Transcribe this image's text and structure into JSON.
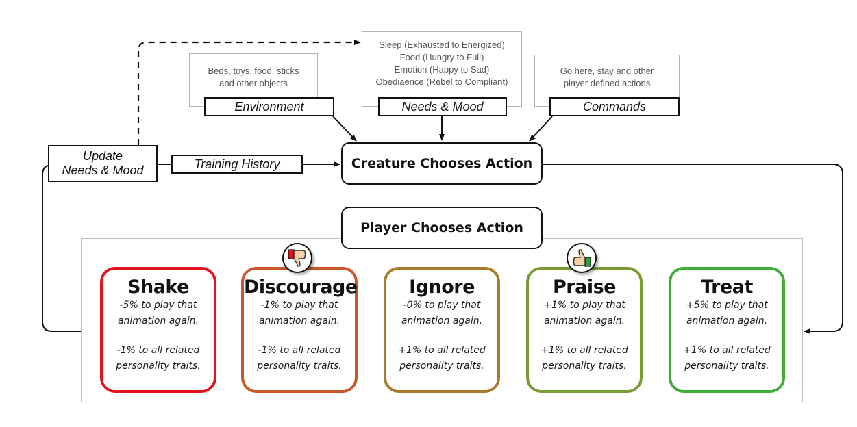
{
  "inputs": {
    "environment": {
      "label": "Environment",
      "details": [
        "Beds, toys, food, sticks",
        "and other objects"
      ]
    },
    "needs_mood": {
      "label": "Needs & Mood",
      "details": [
        "Sleep (Exhausted to Energized)",
        "Food (Hungry to Full)",
        "Emotion (Happy to Sad)",
        "Obediaence (Rebel to Compliant)"
      ]
    },
    "commands": {
      "label": "Commands",
      "details": [
        "Go here, stay and other",
        "player defined actions"
      ]
    }
  },
  "update": {
    "line1": "Update",
    "line2": "Needs & Mood"
  },
  "training_history": "Training History",
  "creature_chooses": "Creature Chooses Action",
  "player_chooses": "Player Chooses Action",
  "actions": [
    {
      "title": "Shake",
      "color": "#e3141e",
      "icon": "",
      "line1": "-5% to play that",
      "line2": "animation again.",
      "line3": "-1% to all related",
      "line4": "personality traits."
    },
    {
      "title": "Discourage",
      "color": "#c8582a",
      "icon": "thumbs-down-icon",
      "line1": "-1% to play that",
      "line2": "animation again.",
      "line3": "-1% to all related",
      "line4": "personality traits."
    },
    {
      "title": "Ignore",
      "color": "#a87c2c",
      "icon": "",
      "line1": "-0% to play that",
      "line2": "animation again.",
      "line3": "+1% to all related",
      "line4": "personality traits."
    },
    {
      "title": "Praise",
      "color": "#7a9a34",
      "icon": "thumbs-up-icon",
      "line1": "+1% to play that",
      "line2": "animation again.",
      "line3": "+1% to all related",
      "line4": "personality traits."
    },
    {
      "title": "Treat",
      "color": "#3fad3a",
      "icon": "",
      "line1": "+5% to play that",
      "line2": "animation again.",
      "line3": "+1% to all related",
      "line4": "personality traits."
    }
  ]
}
